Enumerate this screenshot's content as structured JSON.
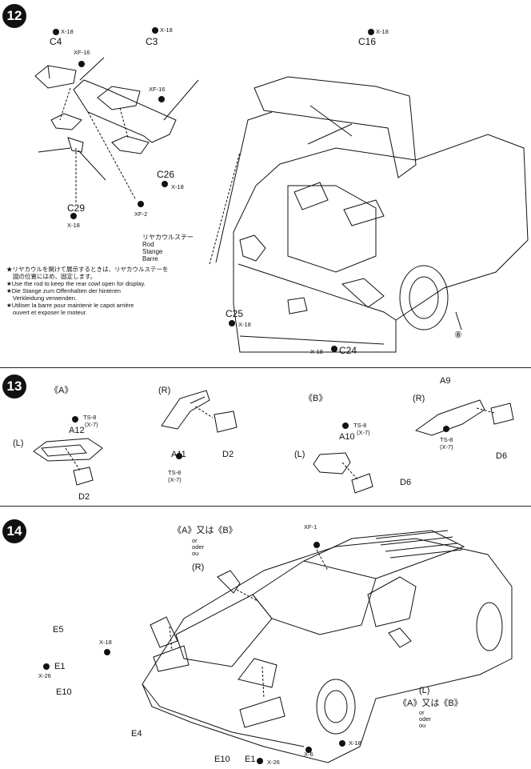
{
  "colors": {
    "ink": "#111111",
    "paper": "#ffffff"
  },
  "step12": {
    "number": "12",
    "labels": {
      "c4": "C4",
      "c4_paint": "X-18",
      "xf16a": "XF-16",
      "c3": "C3",
      "c3_paint": "X-18",
      "xf16b": "XF-16",
      "c16": "C16",
      "c16_paint": "X-18",
      "c26": "C26",
      "c26_paint": "X-18",
      "xf2": "XF-2",
      "c29": "C29",
      "c29_paint": "X-18",
      "c25": "C25",
      "c25_paint": "X-18",
      "c24": "C24",
      "c24_paint": "X-18",
      "ref8": "⑧"
    },
    "rod": {
      "jp": "リヤカウルステー",
      "en": "Rod",
      "de": "Stange",
      "fr": "Barre"
    },
    "notes": [
      "★リヤカウルを開けて展示するときは、リヤカウルステーを",
      "図の位置にはめ、固定します。",
      "★Use the rod to keep the rear cowl open for display.",
      "★Die Stange zum Offenhalten der hinteren",
      "Verkleidung verwenden.",
      "★Utiliser la barre pour maintenir le capot arrière",
      "ouvert et exposer le moteur."
    ]
  },
  "step13": {
    "number": "13",
    "group_a": "《A》",
    "group_b": "《B》",
    "labels": {
      "r_a": "(R)",
      "l_a": "(L)",
      "a12": "A12",
      "a12_paint1": "TS-8",
      "a12_paint2": "(X-7)",
      "a11": "A11",
      "a11_paint1": "TS-8",
      "a11_paint2": "(X-7)",
      "d2a": "D2",
      "d2b": "D2",
      "r_b": "(R)",
      "l_b": "(L)",
      "a10": "A10",
      "a10_paint1": "TS-8",
      "a10_paint2": "(X-7)",
      "a9": "A9",
      "a9_paint1": "TS-8",
      "a9_paint2": "(X-7)",
      "d6a": "D6",
      "d6b": "D6"
    }
  },
  "step14": {
    "number": "14",
    "labels": {
      "ab_top": "《A》又は《B》",
      "or": "or",
      "oder": "oder",
      "ou": "ou",
      "xf1": "XF-1",
      "r": "(R)",
      "e5": "E5",
      "x18a": "X-18",
      "e1a": "E1",
      "x26a": "X-26",
      "e10a": "E10",
      "e4": "E4",
      "e10b": "E10",
      "e1b": "E1",
      "x26b": "X-26",
      "x6": "X-6",
      "x18b": "X-18",
      "l": "(L)",
      "ab_bottom": "《A》又は《B》",
      "or2": "or",
      "oder2": "oder",
      "ou2": "ou"
    }
  }
}
